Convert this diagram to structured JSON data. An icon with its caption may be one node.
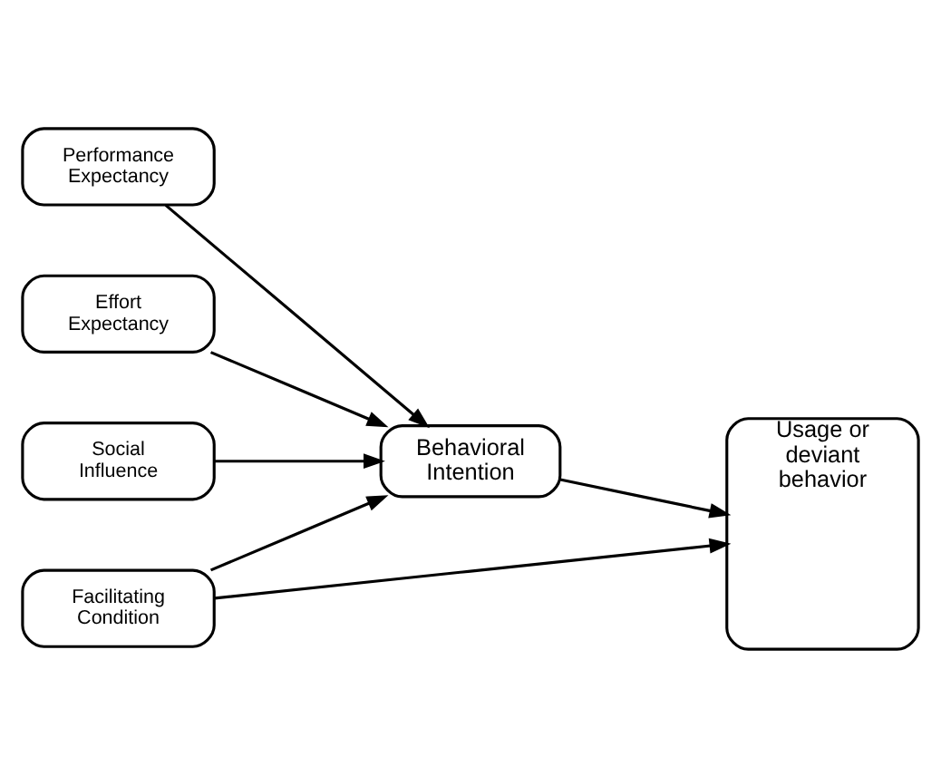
{
  "diagram": {
    "nodes": [
      {
        "text": [
          "Performance Expectancy"
        ]
      },
      {
        "text": [
          "Behavioral Intention"
        ]
      },
      {
        "text": [
          "Usage or deviant behavior"
        ]
      },
      {
        "text": [
          "Effort Expectancy"
        ]
      },
      {
        "text": [
          "Social Influence"
        ]
      },
      {
        "text": [
          "Facilitating Condition"
        ]
      }
    ],
    "edges": [
      {
        "from": 0,
        "to": 1,
        "arrow": "to"
      },
      {
        "from": 3,
        "to": 1,
        "arrow": "to"
      },
      {
        "from": 4,
        "to": 1,
        "arrow": "to"
      },
      {
        "from": 5,
        "to": 1,
        "arrow": "to"
      },
      {
        "from": 1,
        "to": 2,
        "arrow": "to"
      },
      {
        "from": 5,
        "to": 2,
        "arrow": "to"
      }
    ]
  }
}
